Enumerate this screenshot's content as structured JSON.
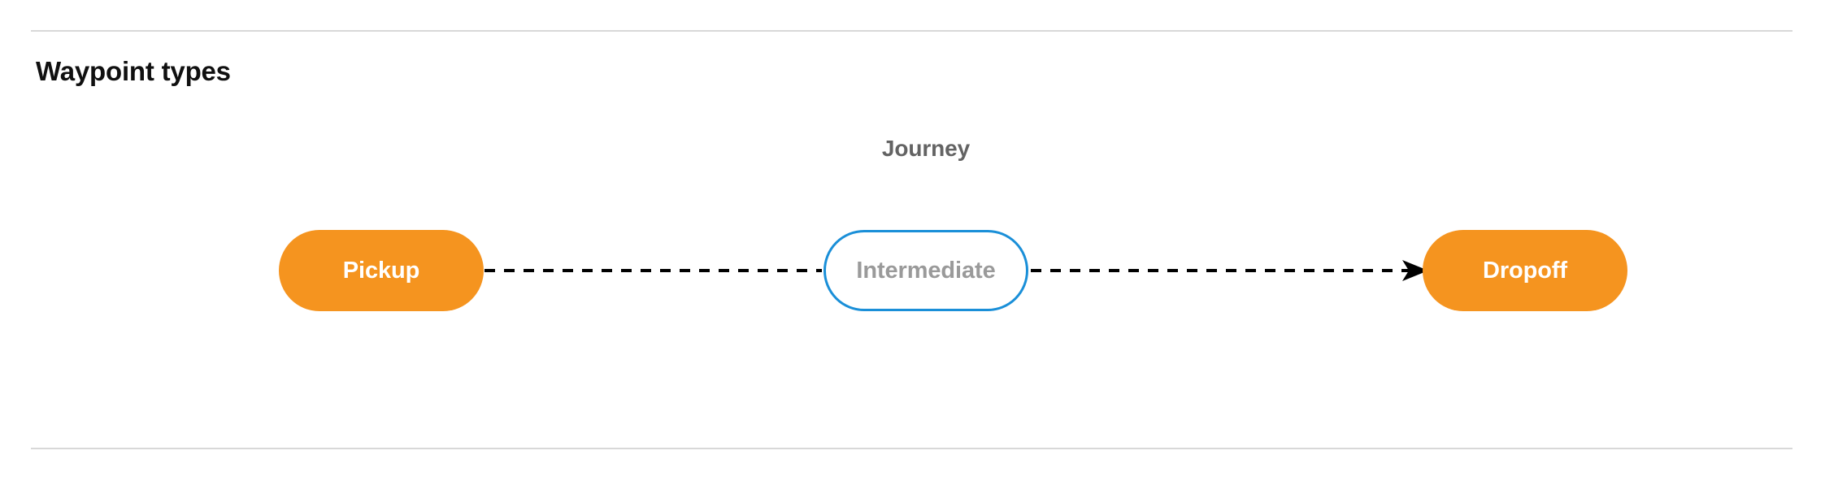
{
  "section": {
    "title": "Waypoint types"
  },
  "diagram": {
    "cluster_label": "Journey",
    "nodes": [
      {
        "id": "pickup",
        "label": "Pickup",
        "style": "filled",
        "fill": "#F5941F",
        "text_color": "#FFFFFF"
      },
      {
        "id": "intermediate",
        "label": "Intermediate",
        "style": "outlined",
        "fill": "#FFFFFF",
        "border_color": "#1A8FD8",
        "text_color": "#9A9A9A"
      },
      {
        "id": "dropoff",
        "label": "Dropoff",
        "style": "filled",
        "fill": "#F5941F",
        "text_color": "#FFFFFF"
      }
    ],
    "edges": [
      {
        "from": "pickup",
        "to": "intermediate",
        "style": "dashed",
        "arrowhead": false,
        "color": "#000000"
      },
      {
        "from": "intermediate",
        "to": "dropoff",
        "style": "dashed",
        "arrowhead": true,
        "color": "#000000"
      }
    ]
  },
  "colors": {
    "divider": "#D8D8D8",
    "accent_orange": "#F5941F",
    "accent_blue": "#1A8FD8",
    "muted_text": "#636363"
  }
}
